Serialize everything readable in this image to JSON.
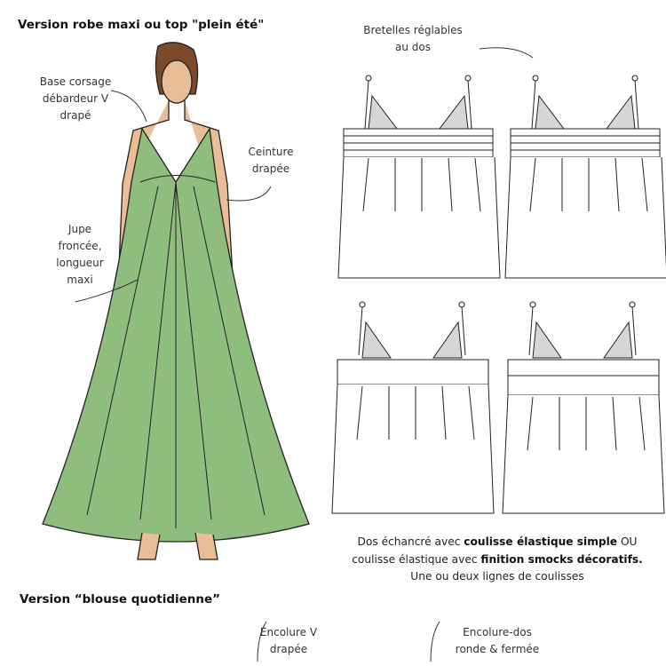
{
  "section1": {
    "title": "Version robe maxi ou top \"plein été\"",
    "labels": {
      "bodice": [
        "Base corsage",
        "débardeur V",
        "drapé"
      ],
      "belt": [
        "Ceinture",
        "drapée"
      ],
      "skirt": [
        "Jupe",
        "froncée,",
        "longueur",
        "maxi"
      ],
      "straps": [
        "Bretelles réglables",
        "au dos"
      ]
    },
    "caption": {
      "p1": "Dos échancré avec ",
      "b1": "coulisse élastique simple",
      "p2": " OU coulisse élastique avec ",
      "b2": "finition smocks décoratifs.",
      "p3": " Une ou deux lignes de coulisses"
    }
  },
  "section2": {
    "title": "Version “blouse quotidienne”",
    "labels": {
      "neckline": [
        "Encolure V",
        "drapée"
      ],
      "back": [
        "Encolure-dos",
        "ronde & fermée"
      ]
    }
  },
  "colors": {
    "dress": "#8fbd7e",
    "skin": "#e9bd96",
    "hair": "#7a4a2a",
    "lining": "#d6d6d6"
  }
}
